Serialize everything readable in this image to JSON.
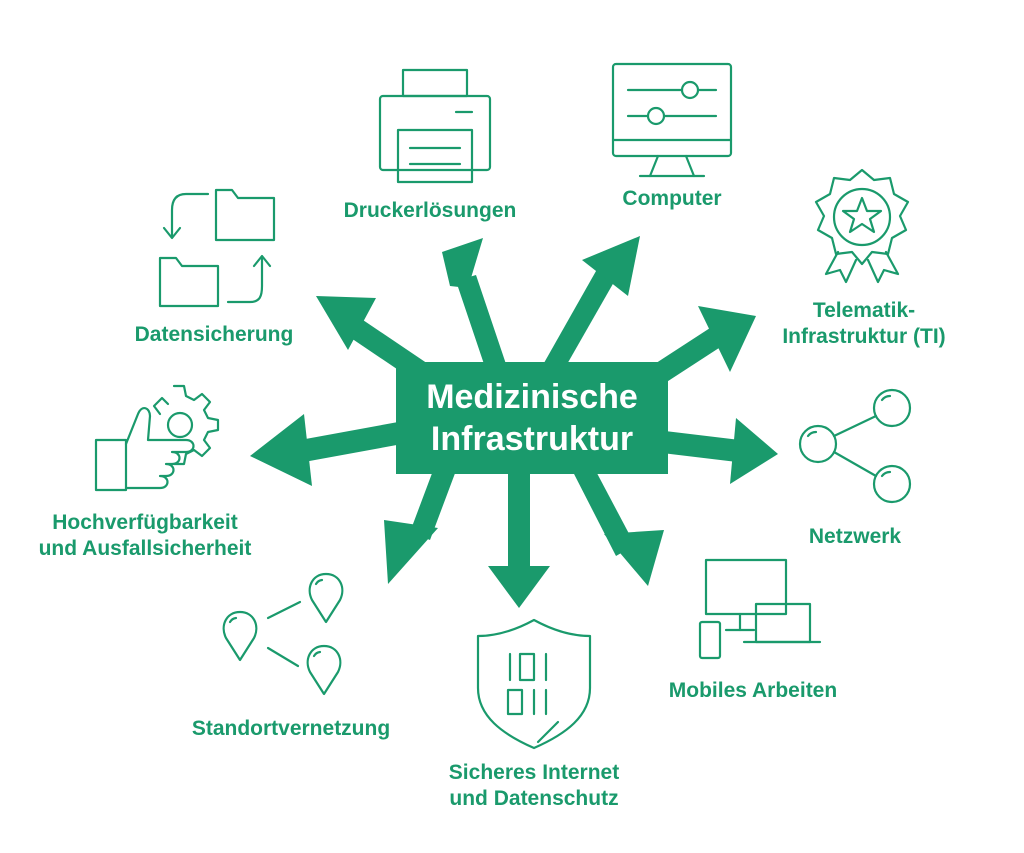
{
  "colors": {
    "primary": "#1a9a6c",
    "background": "#ffffff",
    "hub_text": "#ffffff"
  },
  "hub": {
    "line1": "Medizinische",
    "line2": "Infrastruktur"
  },
  "nodes": {
    "drucker": {
      "label": "Druckerlösungen",
      "icon": "printer-icon"
    },
    "computer": {
      "label": "Computer",
      "icon": "monitor-settings-icon"
    },
    "ti": {
      "line1": "Telematik-",
      "line2": "Infrastruktur (TI)",
      "icon": "award-badge-icon"
    },
    "netzwerk": {
      "label": "Netzwerk",
      "icon": "network-nodes-icon"
    },
    "mobiles": {
      "label": "Mobiles Arbeiten",
      "icon": "devices-icon"
    },
    "sicheres": {
      "line1": "Sicheres Internet",
      "line2": "und Datenschutz",
      "icon": "shield-binary-icon"
    },
    "standort": {
      "label": "Standortvernetzung",
      "icon": "location-pins-icon"
    },
    "hochverf": {
      "line1": "Hochverfügbarkeit",
      "line2": "und Ausfallsicherheit",
      "icon": "thumbs-up-gear-icon"
    },
    "datensich": {
      "label": "Datensicherung",
      "icon": "folders-sync-icon"
    }
  }
}
